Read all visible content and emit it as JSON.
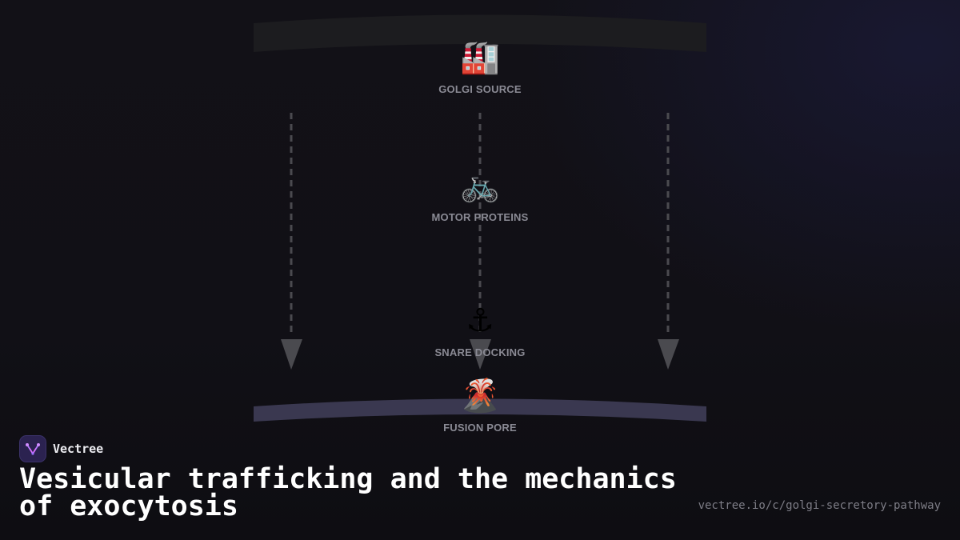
{
  "diagram": {
    "nodes": [
      {
        "icon": "factory-icon",
        "glyph": "🏭",
        "label": "GOLGI SOURCE"
      },
      {
        "icon": "bicycle-icon",
        "glyph": "🚲",
        "label": "MOTOR PROTEINS"
      },
      {
        "icon": "anchor-icon",
        "glyph": "⚓",
        "label": "SNARE DOCKING"
      },
      {
        "icon": "volcano-icon",
        "glyph": "🌋",
        "label": "FUSION PORE"
      }
    ],
    "colors": {
      "top_membrane": "#1c1c1f",
      "bottom_membrane": "#3a3850",
      "arrow": "#4a4a4f",
      "label": "#8a8a94"
    }
  },
  "footer": {
    "brand": "Vectree",
    "brand_icon": "vectree-logo-icon",
    "title": "Vesicular trafficking and the mechanics of exocytosis",
    "url": "vectree.io/c/golgi-secretory-pathway"
  }
}
